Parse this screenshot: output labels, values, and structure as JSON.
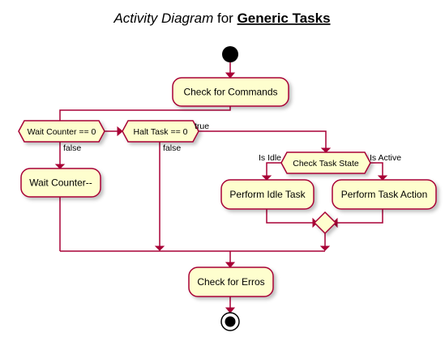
{
  "title": {
    "prefix": "Activity Diagram",
    "connector": " for ",
    "subject": "Generic Tasks"
  },
  "nodes": {
    "check_commands": "Check for Commands",
    "wait_counter_cond": "Wait Counter == 0",
    "halt_task_cond": "Halt Task == 0",
    "wait_counter_dec": "Wait Counter--",
    "check_task_state": "Check Task State",
    "perform_idle": "Perform Idle Task",
    "perform_action": "Perform Task Action",
    "check_errors": "Check for Erros"
  },
  "edges": {
    "wait_false": "false",
    "halt_false": "false",
    "halt_true": "true",
    "is_idle": "Is Idle",
    "is_active": "Is Active"
  },
  "colors": {
    "node_fill": "#FEFECE",
    "stroke": "#A80036"
  }
}
